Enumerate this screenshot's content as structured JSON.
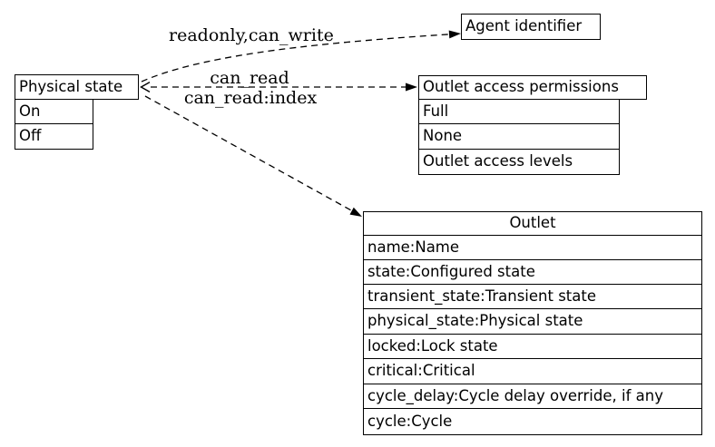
{
  "nodes": {
    "physical_state": {
      "title": "Physical state",
      "rows": [
        "On",
        "Off"
      ]
    },
    "agent_identifier": {
      "title": "Agent identifier"
    },
    "outlet_access_permissions": {
      "title": "Outlet access permissions",
      "rows": [
        "Full",
        "None",
        "Outlet access levels"
      ]
    },
    "outlet": {
      "title": "Outlet",
      "rows": [
        "name:Name",
        "state:Configured state",
        "transient_state:Transient state",
        "physical_state:Physical state",
        "locked:Lock state",
        "critical:Critical",
        "cycle_delay:Cycle delay override, if any",
        "cycle:Cycle"
      ]
    }
  },
  "edges": {
    "readonly_can_write": {
      "label": "readonly,can_write",
      "from": "Physical state",
      "to": "Agent identifier",
      "style": "dashed"
    },
    "can_read": {
      "label": "can_read",
      "from": "Physical state",
      "to": "Outlet access permissions",
      "style": "dashed"
    },
    "can_read_index": {
      "label": "can_read:index",
      "from": "Physical state",
      "to": "Outlet",
      "style": "dashed"
    }
  },
  "colors": {
    "background": "#ffffff",
    "line": "#000000",
    "text": "#000000"
  }
}
